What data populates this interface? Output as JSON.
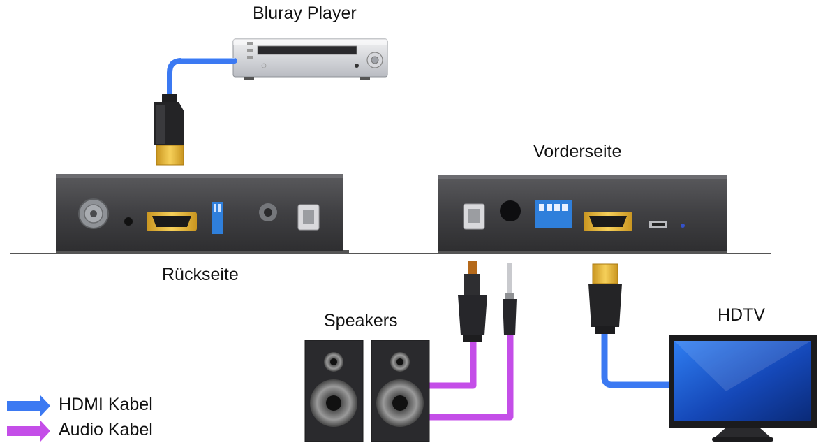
{
  "labels": {
    "bluray_player": "Bluray Player",
    "front_side": "Vorderseite",
    "back_side": "Rückseite",
    "speakers": "Speakers",
    "hdtv": "HDTV"
  },
  "legend": {
    "items": [
      {
        "label": "HDMI Kabel",
        "color": "#3b79f2"
      },
      {
        "label": "Audio Kabel",
        "color": "#c44ee8"
      }
    ]
  },
  "colors": {
    "hdmi_cable": "#3b79f2",
    "audio_cable": "#c44ee8",
    "device_body": "#3c3c3e",
    "connector_gold": "#e9b93a",
    "dip_switch_blue": "#2f7fdb"
  }
}
